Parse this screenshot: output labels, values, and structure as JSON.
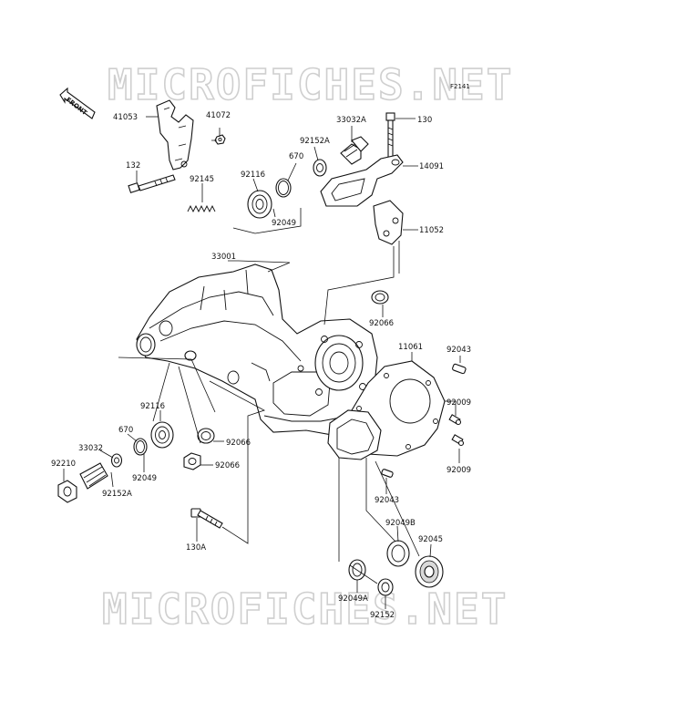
{
  "watermark": {
    "text_top": "MICROFICHES.NET",
    "text_bottom": "MICROFICHES.NET"
  },
  "reference_code": "F2141",
  "front_arrow": {
    "label": "FRONT"
  },
  "part_labels": [
    {
      "id": "p41053",
      "text": "41053"
    },
    {
      "id": "p41072",
      "text": "41072"
    },
    {
      "id": "p132",
      "text": "132"
    },
    {
      "id": "p92145",
      "text": "92145"
    },
    {
      "id": "p92116a",
      "text": "92116"
    },
    {
      "id": "p670a",
      "text": "670"
    },
    {
      "id": "p92152A_top",
      "text": "92152A"
    },
    {
      "id": "p33032A",
      "text": "33032A"
    },
    {
      "id": "p130",
      "text": "130"
    },
    {
      "id": "p14091",
      "text": "14091"
    },
    {
      "id": "p92049a",
      "text": "92049"
    },
    {
      "id": "p11052",
      "text": "11052"
    },
    {
      "id": "p33001",
      "text": "33001"
    },
    {
      "id": "p92066a",
      "text": "92066"
    },
    {
      "id": "p11061",
      "text": "11061"
    },
    {
      "id": "p92043a",
      "text": "92043"
    },
    {
      "id": "p92009a",
      "text": "92009"
    },
    {
      "id": "p92116b",
      "text": "92116"
    },
    {
      "id": "p670b",
      "text": "670"
    },
    {
      "id": "p33032",
      "text": "33032"
    },
    {
      "id": "p92210",
      "text": "92210"
    },
    {
      "id": "p92049b",
      "text": "92049"
    },
    {
      "id": "p92066b",
      "text": "92066"
    },
    {
      "id": "p92066c",
      "text": "92066"
    },
    {
      "id": "p92152A_bot",
      "text": "92152A"
    },
    {
      "id": "p92009b",
      "text": "92009"
    },
    {
      "id": "p92043b",
      "text": "92043"
    },
    {
      "id": "p92049B",
      "text": "92049B"
    },
    {
      "id": "p92045",
      "text": "92045"
    },
    {
      "id": "p130A",
      "text": "130A"
    },
    {
      "id": "p92049A",
      "text": "92049A"
    },
    {
      "id": "p92152",
      "text": "92152"
    }
  ]
}
